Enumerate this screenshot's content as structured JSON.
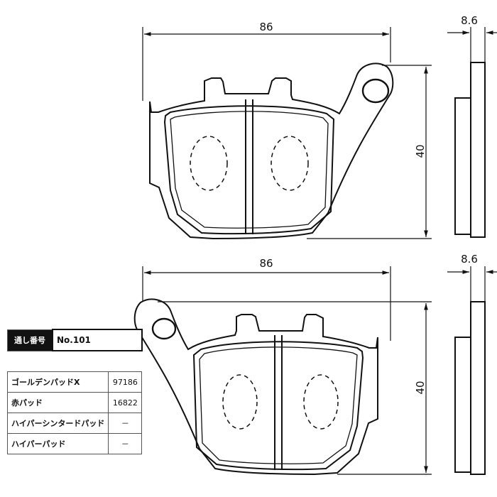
{
  "dimensions": {
    "top_width": "86",
    "top_height": "40",
    "top_thickness": "8.6",
    "bottom_width": "86",
    "bottom_height": "40",
    "bottom_thickness": "8.6"
  },
  "table": {
    "header_label": "通し番号",
    "header_value": "No.101",
    "rows": [
      {
        "label": "ゴールデンパッドX",
        "value": "97186"
      },
      {
        "label": "赤パッド",
        "value": "16822"
      },
      {
        "label": "ハイパーシンタードパッド",
        "value": "－"
      },
      {
        "label": "ハイパーパッド",
        "value": "－"
      }
    ]
  }
}
